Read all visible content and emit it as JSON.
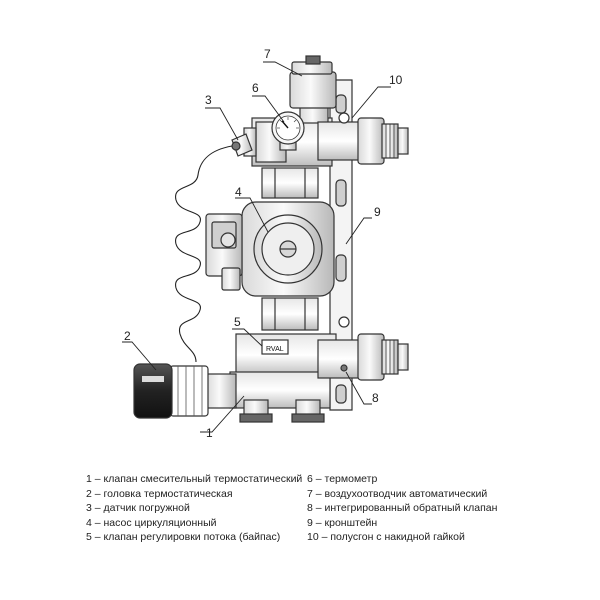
{
  "callouts": {
    "c1": "1",
    "c2": "2",
    "c3": "3",
    "c4": "4",
    "c5": "5",
    "c6": "6",
    "c7": "7",
    "c8": "8",
    "c9": "9",
    "c10": "10"
  },
  "legend": {
    "left": [
      "1 – клапан смесительный термостатический",
      "2 – головка термостатическая",
      "3 – датчик погружной",
      "4 –  насос циркуляционный",
      "5 –  клапан регулировки потока (байпас)"
    ],
    "right": [
      "6 – термометр",
      "7 – воздухоотводчик автоматический",
      "8 – интегрированный обратный клапан",
      "9 – кронштейн",
      "10 – полусгон с накидной гайкой"
    ]
  },
  "pump_label": "RVAL"
}
